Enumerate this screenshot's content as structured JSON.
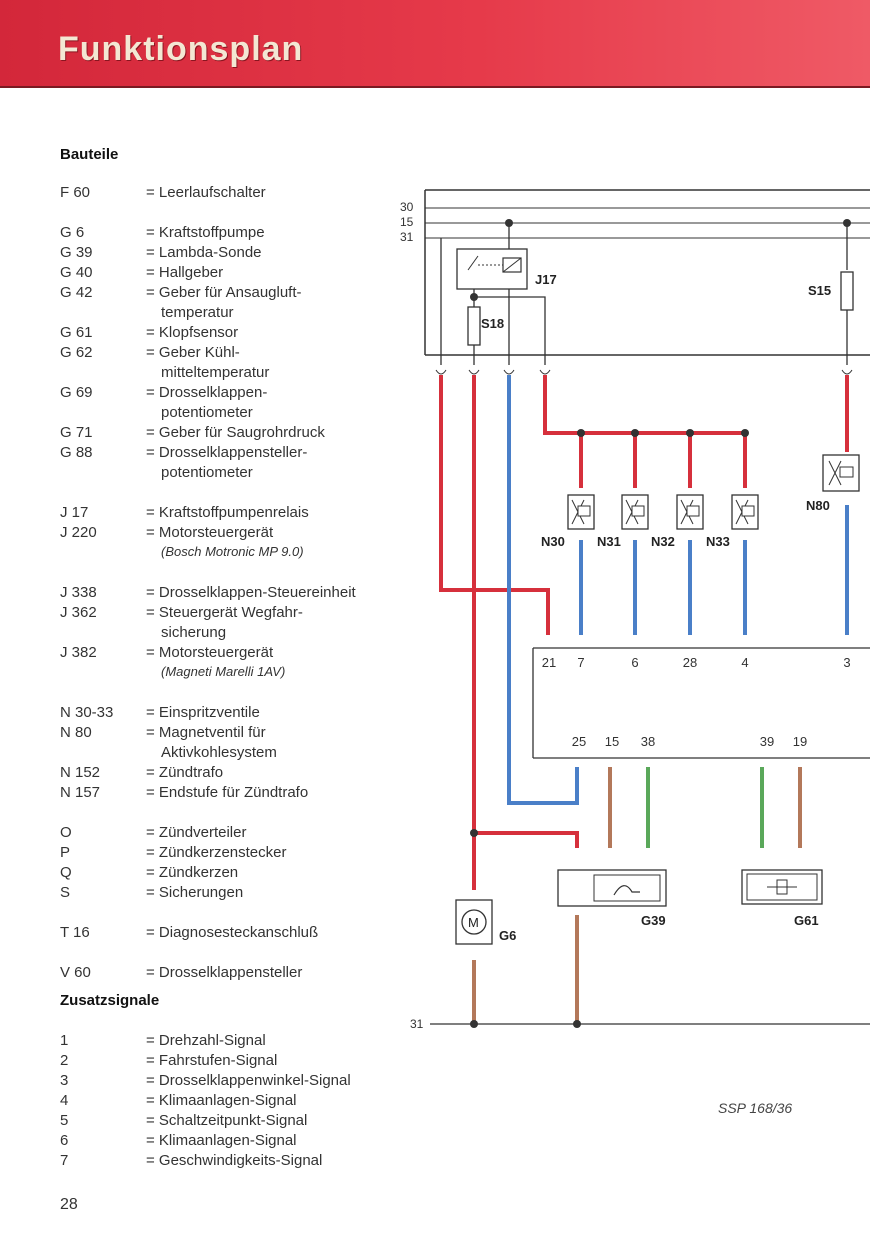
{
  "header": {
    "title": "Funktionsplan"
  },
  "components_heading": "Bauteile",
  "components": [
    {
      "code": "F 60",
      "lines": [
        "= Leerlaufschalter"
      ]
    },
    {
      "code": "G 6",
      "lines": [
        "= Kraftstoffpumpe"
      ]
    },
    {
      "code": "G 39",
      "lines": [
        "= Lambda-Sonde"
      ]
    },
    {
      "code": "G 40",
      "lines": [
        "= Hallgeber"
      ]
    },
    {
      "code": "G 42",
      "lines": [
        "= Geber für Ansaugluft-",
        "temperatur"
      ]
    },
    {
      "code": "G 61",
      "lines": [
        "= Klopfsensor"
      ]
    },
    {
      "code": "G 62",
      "lines": [
        "= Geber Kühl-",
        "mitteltemperatur"
      ]
    },
    {
      "code": "G 69",
      "lines": [
        "= Drosselklappen-",
        "potentiometer"
      ]
    },
    {
      "code": "G 71",
      "lines": [
        "= Geber für Saugrohrdruck"
      ]
    },
    {
      "code": "G 88",
      "lines": [
        "= Drosselklappensteller-",
        "potentiometer"
      ]
    },
    {
      "code": "J 17",
      "lines": [
        "= Kraftstoffpumpenrelais"
      ]
    },
    {
      "code": "J 220",
      "lines": [
        "= Motorsteuergerät"
      ],
      "note": "(Bosch Motronic MP 9.0)"
    },
    {
      "code": "J 338",
      "lines": [
        "= Drosselklappen-Steuereinheit"
      ]
    },
    {
      "code": "J 362",
      "lines": [
        "= Steuergerät Wegfahr-",
        "sicherung"
      ]
    },
    {
      "code": "J 382",
      "lines": [
        "= Motorsteuergerät"
      ],
      "note": "(Magneti Marelli 1AV)"
    },
    {
      "code": "N 30-33",
      "lines": [
        "= Einspritzventile"
      ]
    },
    {
      "code": "N 80",
      "lines": [
        "= Magnetventil für",
        "Aktivkohlesystem"
      ]
    },
    {
      "code": "N 152",
      "lines": [
        "= Zündtrafo"
      ]
    },
    {
      "code": "N 157",
      "lines": [
        "= Endstufe für Zündtrafo"
      ]
    },
    {
      "code": "O",
      "lines": [
        "= Zündverteiler"
      ]
    },
    {
      "code": "P",
      "lines": [
        "= Zündkerzenstecker"
      ]
    },
    {
      "code": "Q",
      "lines": [
        "= Zündkerzen"
      ]
    },
    {
      "code": "S",
      "lines": [
        "= Sicherungen"
      ]
    },
    {
      "code": "T 16",
      "lines": [
        "= Diagnosesteckanschluß"
      ]
    },
    {
      "code": "V 60",
      "lines": [
        "= Drosselklappensteller"
      ]
    }
  ],
  "signals_heading": "Zusatzsignale",
  "signals": [
    {
      "code": "1",
      "lines": [
        "= Drehzahl-Signal"
      ]
    },
    {
      "code": "2",
      "lines": [
        "= Fahrstufen-Signal"
      ]
    },
    {
      "code": "3",
      "lines": [
        "= Drosselklappenwinkel-Signal"
      ]
    },
    {
      "code": "4",
      "lines": [
        "= Klimaanlagen-Signal"
      ]
    },
    {
      "code": "5",
      "lines": [
        "= Schaltzeitpunkt-Signal"
      ]
    },
    {
      "code": "6",
      "lines": [
        "= Klimaanlagen-Signal"
      ]
    },
    {
      "code": "7",
      "lines": [
        "= Geschwindigkeits-Signal"
      ]
    }
  ],
  "page_number": "28",
  "figure_ref": "SSP 168/36",
  "diagram": {
    "rails": [
      "30",
      "15",
      "31"
    ],
    "ground_label": "31",
    "components": {
      "relay": "J17",
      "fuse_a": "S18",
      "fuse_b": "S15",
      "injectors": [
        "N30",
        "N31",
        "N32",
        "N33"
      ],
      "purge_valve": "N80",
      "fuel_pump": "G6",
      "lambda": "G39",
      "knock": "G61",
      "motor_symbol": "M"
    },
    "ecu_pins_top": [
      "21",
      "7",
      "6",
      "28",
      "4",
      "3"
    ],
    "ecu_pins_bottom": [
      "25",
      "15",
      "38",
      "39",
      "19"
    ],
    "colors": {
      "red": "#d6303c",
      "blue": "#4a7fc8",
      "brown": "#b3785a",
      "green": "#5aa85a",
      "line": "#333333",
      "banner": "#e03444"
    }
  }
}
